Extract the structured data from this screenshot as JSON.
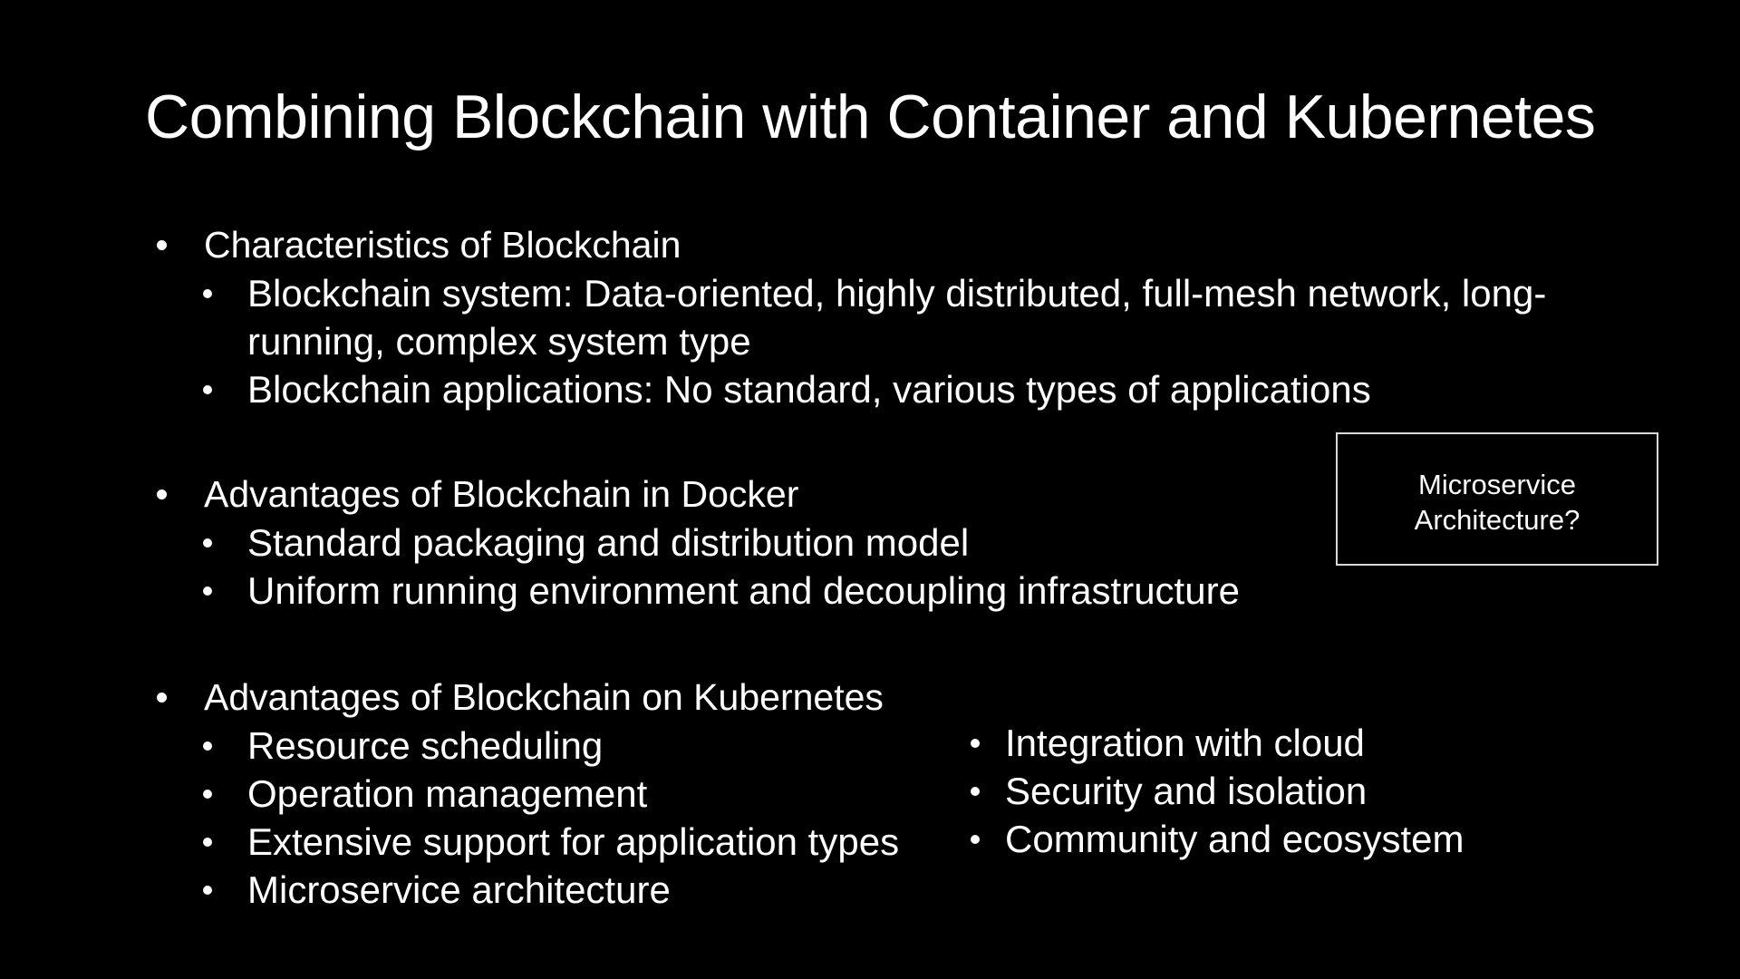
{
  "slide": {
    "title": "Combining Blockchain with Container and Kubernetes",
    "colors": {
      "background": "#000000",
      "text": "#ffffff",
      "bullet": "#ffffff",
      "callout_border": "#d9d9d9"
    },
    "sections": [
      {
        "heading": "Characteristics of Blockchain",
        "bullets": [
          {
            "lines": [
              "Blockchain system: Data-oriented, highly distributed, full-mesh network, long-",
              "running, complex system type"
            ]
          },
          {
            "lines": [
              "Blockchain applications: No standard, various types of applications"
            ]
          }
        ]
      },
      {
        "heading": "Advantages of Blockchain in Docker",
        "bullets": [
          {
            "lines": [
              "Standard packaging and distribution model"
            ]
          },
          {
            "lines": [
              "Uniform running environment and decoupling infrastructure"
            ]
          }
        ]
      },
      {
        "heading": "Advantages of Blockchain on Kubernetes",
        "bullets": [
          {
            "lines": [
              "Resource scheduling"
            ]
          },
          {
            "lines": [
              "Operation management"
            ]
          },
          {
            "lines": [
              "Extensive support for application types"
            ]
          },
          {
            "lines": [
              "Microservice architecture"
            ]
          }
        ]
      }
    ],
    "right_list": {
      "bullets": [
        "Integration with cloud",
        "Security and isolation",
        "Community and ecosystem"
      ]
    },
    "callout": {
      "lines": [
        "Microservice",
        "Architecture?"
      ]
    }
  }
}
